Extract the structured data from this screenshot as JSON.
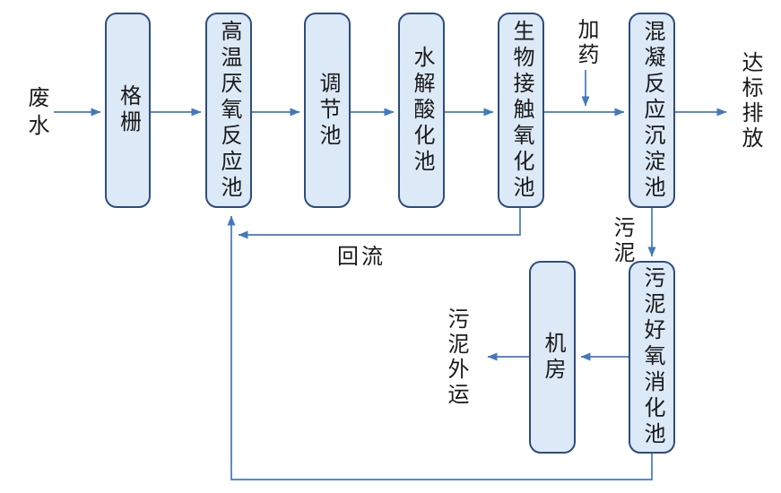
{
  "diagram": {
    "nodes": [
      {
        "id": "grid-screen",
        "label": "格栅"
      },
      {
        "id": "anaerobic-reactor",
        "label": "高温厌氧反应池"
      },
      {
        "id": "regulating-tank",
        "label": "调节池"
      },
      {
        "id": "hydrolysis-tank",
        "label": "水解酸化池"
      },
      {
        "id": "bio-contact-tank",
        "label": "生物接触氧化池"
      },
      {
        "id": "coagulation-tank",
        "label": "混凝反应沉淀池"
      },
      {
        "id": "machine-room",
        "label": "机房"
      },
      {
        "id": "sludge-digestion-tank",
        "label": "污泥好氧消化池"
      }
    ],
    "labels": {
      "influent": "废水",
      "dosing": "加药",
      "discharge": "达标排放",
      "sludge": "污泥",
      "reflux": "回流",
      "sludge_out": "污泥外运"
    },
    "colors": {
      "node_fill": "#dce9f6",
      "node_border": "#2e4c7e",
      "line": "#4478bd",
      "text": "#1a1a1a",
      "bg": "#ffffff"
    }
  }
}
